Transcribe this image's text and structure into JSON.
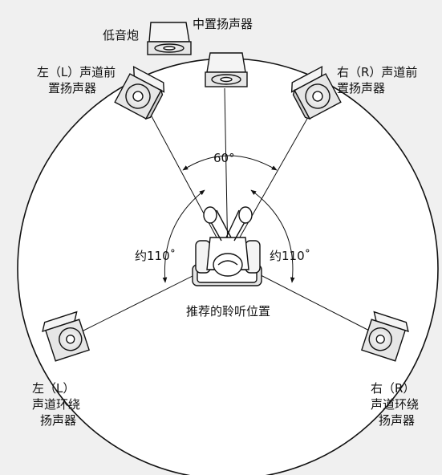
{
  "labels": {
    "subwoofer": "低音炮",
    "center": "中置扬声器",
    "front_left_line1": "左（L）声道前",
    "front_left_line2": "置扬声器",
    "front_right_line1": "右（R）声道前",
    "front_right_line2": "置扬声器",
    "surround_left_line1": "左（L）",
    "surround_left_line2": "声道环绕",
    "surround_left_line3": "扬声器",
    "surround_right_line1": "右（R）",
    "surround_right_line2": "声道环绕",
    "surround_right_line3": "扬声器",
    "listening_position": "推荐的聆听位置"
  },
  "angles": {
    "front": "60°",
    "left": "约110˚",
    "right": "约110˚"
  },
  "colors": {
    "background": "#f0f0f0",
    "circle_fill": "#ffffff",
    "line": "#111111"
  }
}
